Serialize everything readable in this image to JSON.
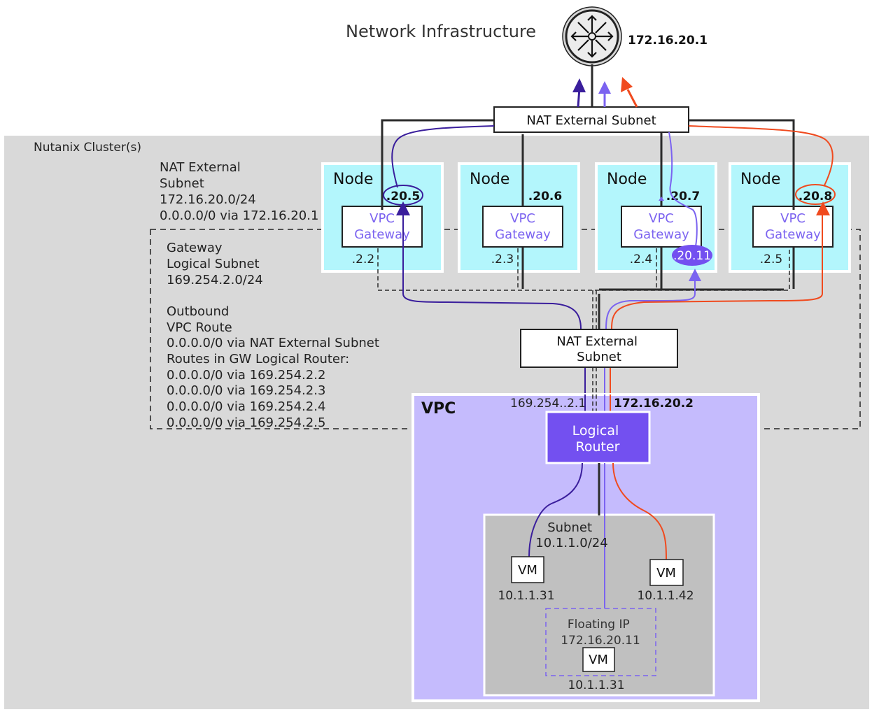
{
  "title": "Network Infrastructure",
  "router_ip": "172.16.20.1",
  "cluster_label": "Nutanix Cluster(s)",
  "nat_ext_top": "NAT External Subnet",
  "nat_ext_info": [
    "NAT External",
    "Subnet",
    "172.16.20.0/24",
    "0.0.0.0/0 via 172.16.20.1"
  ],
  "gateway_subnet_info": [
    "Gateway",
    "Logical Subnet",
    "169.254.2.0/24"
  ],
  "outbound_info": [
    "Outbound",
    "VPC Route",
    "0.0.0.0/0 via NAT External Subnet",
    "Routes in GW Logical Router:",
    "0.0.0.0/0 via 169.254.2.2",
    "0.0.0.0/0 via 169.254.2.3",
    "0.0.0.0/0 via 169.254.2.4",
    "0.0.0.0/0 via 169.254.2.5"
  ],
  "nodes": [
    {
      "label": "Node",
      "gw_line1": "VPC",
      "gw_line2": "Gateway",
      "ext_ip": ".20.5",
      "gw_ip": ".2.2"
    },
    {
      "label": "Node",
      "gw_line1": "VPC",
      "gw_line2": "Gateway",
      "ext_ip": ".20.6",
      "gw_ip": ".2.3"
    },
    {
      "label": "Node",
      "gw_line1": "VPC",
      "gw_line2": "Gateway",
      "ext_ip": ".20.7",
      "gw_ip": ".2.4"
    },
    {
      "label": "Node",
      "gw_line1": "VPC",
      "gw_line2": "Gateway",
      "ext_ip": ".20.8",
      "gw_ip": ".2.5"
    }
  ],
  "floating_badge": ".20.11",
  "nat_ext_mid": [
    "NAT External",
    "Subnet"
  ],
  "vpc_label": "VPC",
  "vpc_ip_left": "169.254..2.1",
  "vpc_ip_right": "172.16.20.2",
  "logical_router": [
    "Logical",
    "Router"
  ],
  "subnet_label": [
    "Subnet",
    "10.1.1.0/24"
  ],
  "vms": [
    {
      "label": "VM",
      "ip": "10.1.1.31"
    },
    {
      "label": "VM",
      "ip": "10.1.1.42"
    }
  ],
  "floating_ip": {
    "label": "Floating IP",
    "ip": "172.16.20.11",
    "vm_label": "VM",
    "vm_ip": "10.1.1.31"
  },
  "colors": {
    "dark_purple": "#3a1e9c",
    "light_purple": "#7b63f0",
    "orange": "#f04a1e",
    "node_bg": "#b3f6fc",
    "cluster_bg": "#d9d9d9",
    "vpc_bg": "#c5bbfd",
    "subnet_bg": "#c0c0c0",
    "router_bg": "#7350f0"
  }
}
